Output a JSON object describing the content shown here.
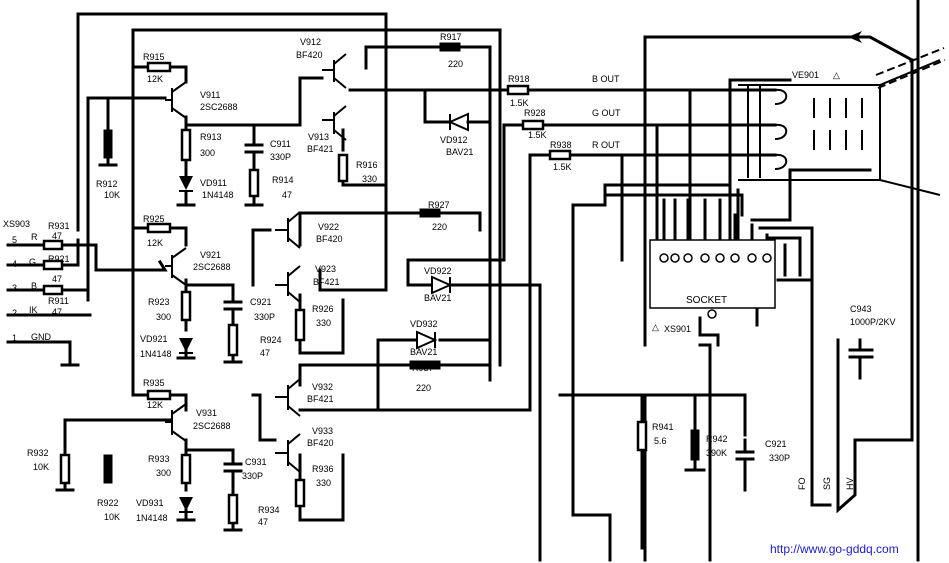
{
  "labels": {
    "xs903": "XS903",
    "pins": [
      "5",
      "4",
      "3",
      "2",
      "1"
    ],
    "pin_signals": [
      "R",
      "G",
      "B",
      "IK",
      "GND"
    ],
    "r931": "R931",
    "r931_v": "47",
    "r921": "R921",
    "r921_v": "47",
    "r911": "R911",
    "r911_v": "47",
    "r915": "R915",
    "r915_v": "12K",
    "r925": "R925",
    "r925_v": "12K",
    "r935": "R935",
    "r935_v": "12K",
    "v911": "V911",
    "v911_t": "2SC2688",
    "v921": "V921",
    "v921_t": "2SC2688",
    "v931": "V931",
    "v931_t": "2SC2688",
    "r912": "R912",
    "r912_v": "10K",
    "r922": "R922",
    "r922_v": "10K",
    "r932": "R932",
    "r932_v": "10K",
    "r913": "R913",
    "r913_v": "300",
    "r923": "R923",
    "r923_v": "300",
    "r933": "R933",
    "r933_v": "300",
    "vd911": "VD911",
    "vd911_t": "1N4148",
    "vd921": "VD921",
    "vd921_t": "1N4148",
    "vd931": "VD931",
    "vd931_t": "1N4148",
    "c911": "C911",
    "c911_v": "330P",
    "c921a": "C921",
    "c921a_v": "330P",
    "c931": "C931",
    "c931_v": "330P",
    "r914": "R914",
    "r914_v": "47",
    "r924": "R924",
    "r924_v": "47",
    "r934": "R934",
    "r934_v": "47",
    "v912": "V912",
    "v912_t": "BF420",
    "v913": "V913",
    "v913_t": "BF421",
    "v922": "V922",
    "v922_t": "BF420",
    "v923": "V923",
    "v923_t": "BF421",
    "v932": "V932",
    "v932_t": "BF421",
    "v933": "V933",
    "v933_t": "BF420",
    "r916": "R916",
    "r916_v": "330",
    "r926": "R926",
    "r926_v": "330",
    "r936": "R936",
    "r936_v": "330",
    "r917": "R917",
    "r917_v": "220",
    "r927": "R927",
    "r927_v": "220",
    "r937": "R937",
    "r937_v": "220",
    "vd912": "VD912",
    "vd912_t": "BAV21",
    "vd922": "VD922",
    "vd922_t": "BAV21",
    "vd932": "VD932",
    "vd932_t": "BAV21",
    "r918": "R918",
    "r918_v": "1.5K",
    "r928": "R928",
    "r928_v": "1.5K",
    "r938": "R938",
    "r938_v": "1.5K",
    "b_out": "B OUT",
    "g_out": "G OUT",
    "r_out": "R OUT",
    "ve901": "VE901",
    "socket": "SOCKET",
    "xs901": "XS901",
    "r941": "R941",
    "r941_v": "5.6",
    "r942": "R942",
    "r942_v": "390K",
    "c921b": "C921",
    "c921b_v": "330P",
    "c943": "C943",
    "c943_v": "1000P/2KV",
    "fo": "FO",
    "sg": "SG",
    "hv": "HV",
    "url": "http://www.go-gddq.com"
  }
}
